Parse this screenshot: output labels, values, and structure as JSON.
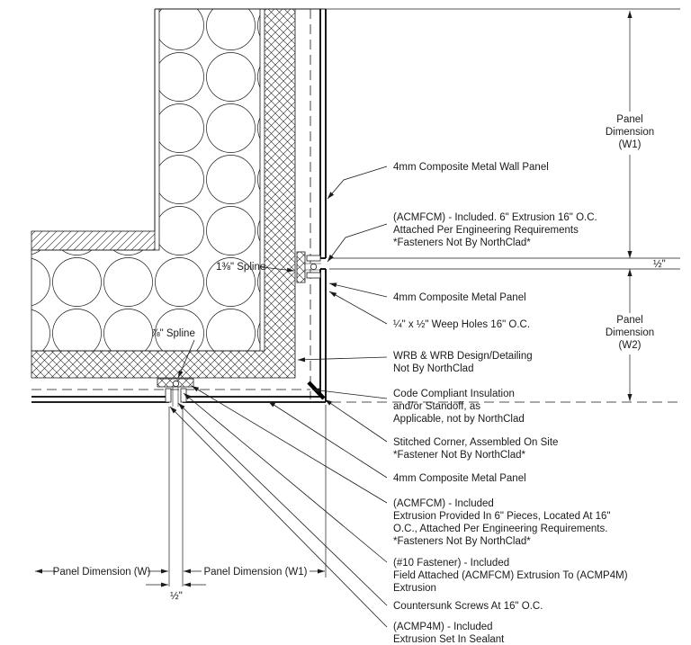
{
  "labels": {
    "wall_panel": "4mm Composite Metal Wall Panel",
    "acmfcm_top": [
      "(ACMFCM) - Included. 6\" Extrusion 16\" O.C.",
      "Attached Per Engineering Requirements",
      "*Fasteners Not By NorthClad*"
    ],
    "spline_1_38": "1⅜\" Spline",
    "spline_7_8": "⅞\" Spline",
    "metal_panel_mid": "4mm Composite Metal Panel",
    "weep_holes": "¼\" x ½\" Weep Holes 16\" O.C.",
    "wrb": [
      "WRB & WRB Design/Detailing",
      "Not By NorthClad"
    ],
    "insulation": [
      "Code Compliant Insulation",
      "and/or Standoff, as",
      "Applicable, not by NorthClad"
    ],
    "stitched_corner": [
      "Stitched Corner, Assembled On Site",
      "*Fastener Not By NorthClad*"
    ],
    "metal_panel_bottom": "4mm Composite Metal Panel",
    "acmfcm_bottom": [
      "(ACMFCM) - Included",
      "Extrusion Provided In 6\" Pieces, Located At 16\"",
      "O.C., Attached Per Engineering Requirements.",
      "*Fasteners Not By NorthClad*"
    ],
    "fastener_10": [
      "(#10 Fastener) - Included",
      "Field Attached (ACMFCM) Extrusion To (ACMP4M)",
      "Extrusion"
    ],
    "countersunk": "Countersunk Screws At 16\" O.C.",
    "acmp4m": [
      "(ACMP4M) - Included",
      "Extrusion Set In Sealant"
    ]
  },
  "dimensions": {
    "panel_w1_right": [
      "Panel",
      "Dimension",
      "(W1)"
    ],
    "half_inch_right": "½\"",
    "panel_w2_right": [
      "Panel",
      "Dimension",
      "(W2)"
    ],
    "panel_w_bottom": "Panel Dimension (W)",
    "panel_w1_bottom": "Panel Dimension (W1)",
    "half_inch_bottom": "½\""
  },
  "colors": {
    "line": "#1a1a1a",
    "background": "#ffffff"
  }
}
